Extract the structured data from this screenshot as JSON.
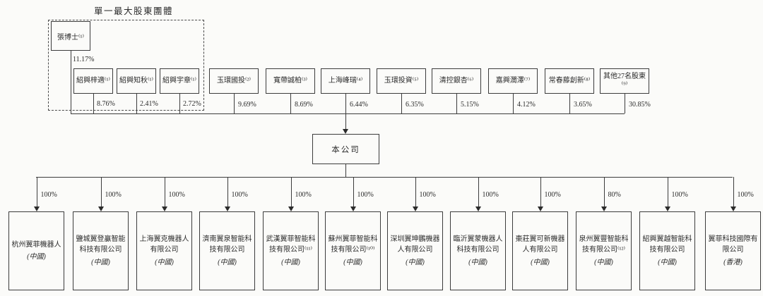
{
  "diagram": {
    "group_label": "單一最大股東團體",
    "founder": {
      "name": "張博士⁽¹⁾",
      "pct": "11.17%"
    },
    "group_members": [
      {
        "name": "紹興梓適⁽¹⁾",
        "pct": "8.76%"
      },
      {
        "name": "紹興知秋⁽¹⁾",
        "pct": "2.41%"
      },
      {
        "name": "紹興宇章⁽¹⁾",
        "pct": "2.72%"
      }
    ],
    "shareholders": [
      {
        "name": "玉環國投⁽²⁾",
        "pct": "9.69%"
      },
      {
        "name": "寬帶誠柏⁽³⁾",
        "pct": "8.69%"
      },
      {
        "name": "上海峰瑞⁽⁴⁾",
        "pct": "6.44%"
      },
      {
        "name": "玉環投資⁽⁵⁾",
        "pct": "6.35%"
      },
      {
        "name": "清控銀杏⁽⁶⁾",
        "pct": "5.15%"
      },
      {
        "name": "嘉興濶澤⁽⁷⁾",
        "pct": "4.12%"
      },
      {
        "name": "常春藤創新⁽⁸⁾",
        "pct": "3.65%"
      },
      {
        "name": "其他27名股東⁽⁹⁾",
        "pct": "30.85%"
      }
    ],
    "company": {
      "name": "本公司"
    },
    "subsidiaries": [
      {
        "name": "杭州翼菲機器人",
        "region": "(中國)",
        "pct": "100%"
      },
      {
        "name": "鹽城翼登贏智能科技有限公司",
        "region": "(中國)",
        "pct": "100%"
      },
      {
        "name": "上海翼克機器人有限公司",
        "region": "(中國)",
        "pct": "100%"
      },
      {
        "name": "濟南翼泉智能科技有限公司",
        "region": "(中國)",
        "pct": "100%"
      },
      {
        "name": "武漢翼菲智能科技有限公司⁽¹¹⁾",
        "region": "(中國)",
        "pct": "100%"
      },
      {
        "name": "蘇州翼菲智能科技有限公司⁽¹⁰⁾",
        "region": "(中國)",
        "pct": "100%"
      },
      {
        "name": "深圳翼坤鵬機器人有限公司",
        "region": "(中國)",
        "pct": "100%"
      },
      {
        "name": "臨沂翼蒙機器人科技有限公司",
        "region": "(中國)",
        "pct": "100%"
      },
      {
        "name": "棗莊翼可新機器人有限公司",
        "region": "(中國)",
        "pct": "100%"
      },
      {
        "name": "泉州翼豐智能科技有限公司⁽¹²⁾",
        "region": "(中國)",
        "pct": "80%"
      },
      {
        "name": "紹興翼越智能科技有限公司",
        "region": "(中國)",
        "pct": "100%"
      },
      {
        "name": "翼菲科技國際有限公司",
        "region": "(香港)",
        "pct": "100%"
      }
    ]
  }
}
